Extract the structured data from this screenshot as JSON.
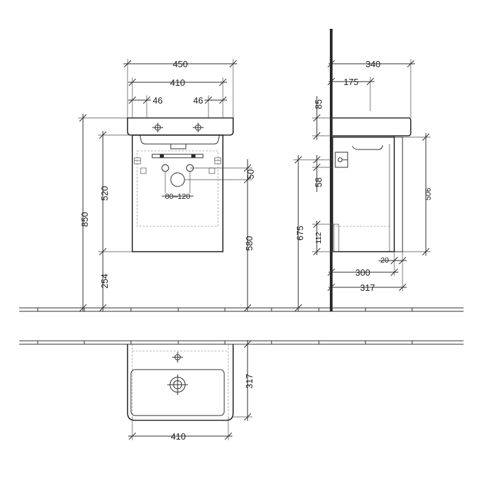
{
  "front_view": {
    "width_total": "450",
    "width_inner": "410",
    "offset_left": "46",
    "offset_right": "46",
    "height_total": "850",
    "height_cabinet": "520",
    "height_floor": "254",
    "height_outlet": "580",
    "outlet_offset": "50",
    "outlet_range": "80–120"
  },
  "side_view": {
    "depth_total": "340",
    "depth_tap": "175",
    "basin_height": "85",
    "cabinet_height": "506",
    "mount_height": "675",
    "offset_58": "58",
    "offset_112": "112",
    "depth_300": "300",
    "depth_317": "317",
    "gap_20": "20"
  },
  "top_view": {
    "depth": "317",
    "width": "410"
  },
  "colors": {
    "line": "#2b2b2b",
    "background": "#ffffff"
  }
}
